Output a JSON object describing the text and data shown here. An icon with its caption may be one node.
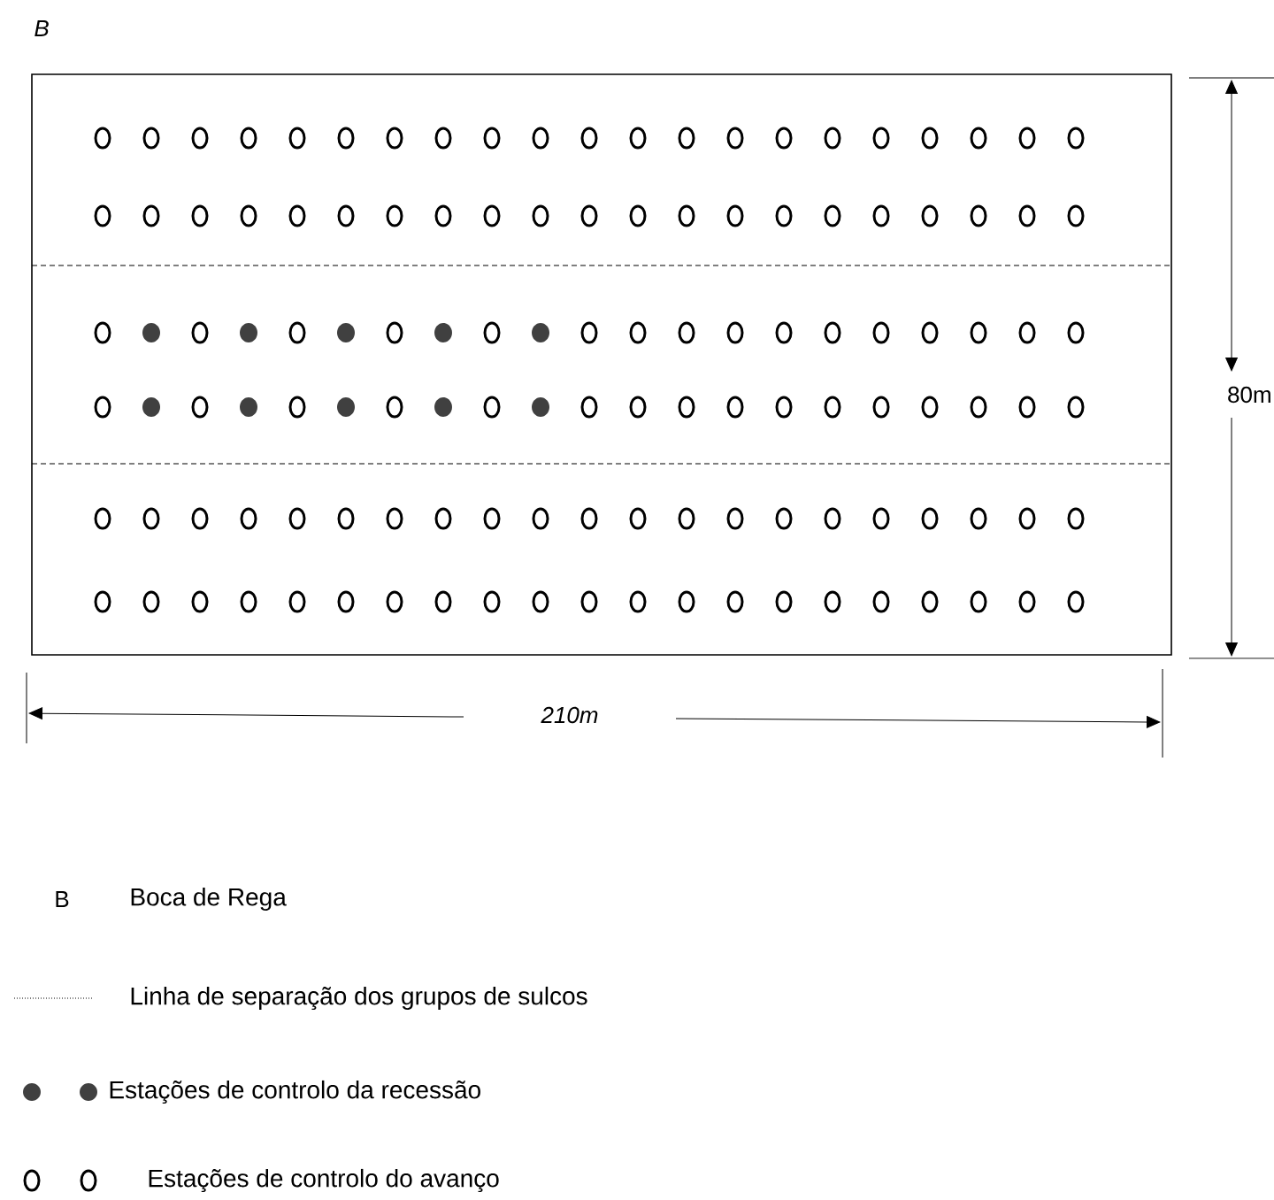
{
  "diagram": {
    "labels": [
      "B",
      "80m",
      "210m",
      "B"
    ],
    "legend": [
      {
        "text": "Boca de Rega"
      },
      {
        "text": "Linha de separação dos grupos de sulcos"
      },
      {
        "text": "Estações de controlo da recessão"
      },
      {
        "text": "Estações de controlo do avanço"
      }
    ]
  }
}
